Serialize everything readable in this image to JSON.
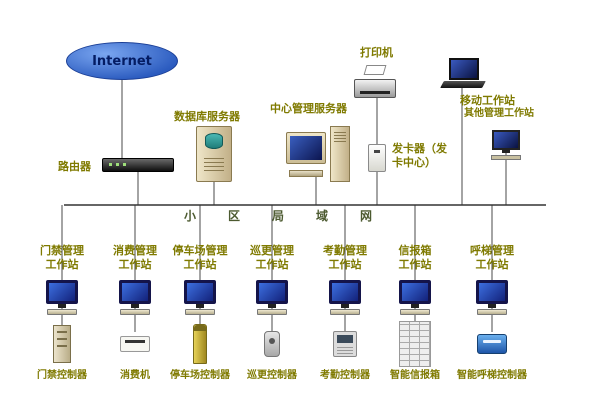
{
  "diagram": {
    "internet": "Internet",
    "bus_label": "小区局域网",
    "router_label": "路由器",
    "db_server_label": "数据库服务器",
    "center_server_label": "中心管理服务器",
    "printer_label": "打印机",
    "card_center_label": "发卡器（发卡中心）",
    "mobile_ws_label": "移动工作站",
    "other_ws_label": "其他管理工作站",
    "colors": {
      "label": "#7f7a00",
      "node_blue": "#2b5bbf",
      "screen_blue": "#12217a"
    },
    "workstations": [
      {
        "label": "门禁管理\n工作站",
        "device": "门禁控制器"
      },
      {
        "label": "消费管理\n工作站",
        "device": "消费机"
      },
      {
        "label": "停车场管理\n工作站",
        "device": "停车场控制器"
      },
      {
        "label": "巡更管理\n工作站",
        "device": "巡更控制器"
      },
      {
        "label": "考勤管理\n工作站",
        "device": "考勤控制器"
      },
      {
        "label": "信报箱\n工作站",
        "device": "智能信报箱"
      },
      {
        "label": "呼梯管理\n工作站",
        "device": "智能呼梯控制器"
      }
    ]
  }
}
